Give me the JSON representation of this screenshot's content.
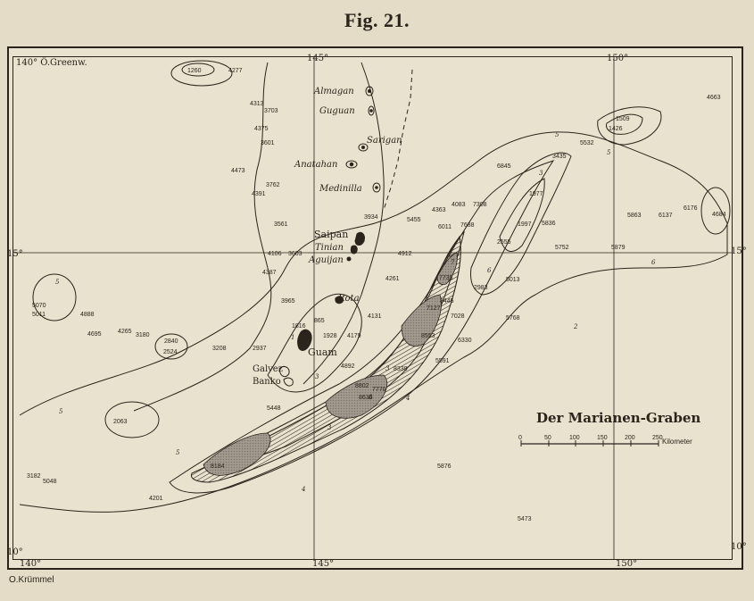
{
  "figure": {
    "title": "Fig. 21."
  },
  "map": {
    "title": "Der Marianen-Graben",
    "attribution": "O.Krümmel",
    "colors": {
      "paper": "#e4dcc7",
      "ink": "#2a241c",
      "stipple": "#9c948a"
    },
    "graticule": {
      "top_left": "140° Ö.Greenw.",
      "top_145": "145°",
      "top_150": "150°",
      "left_15": "15°",
      "right_15": "15°",
      "left_10": "10°",
      "right_10": "10°",
      "bottom_140": "140°",
      "bottom_145": "145°",
      "bottom_150": "150°"
    },
    "scale_bar": {
      "ticks": [
        "0",
        "50",
        "100",
        "150",
        "200",
        "250"
      ],
      "unit": "Kilometer"
    },
    "islands": {
      "almagan": "Almagan",
      "guguan": "Guguan",
      "sarigan": "Sarigan",
      "anatahan": "Anatahan",
      "medinilla": "Medinilla",
      "saipan": "Saipan",
      "tinian": "Tinian",
      "aguijan": "Aguijan",
      "rota": "Rota",
      "guam": "Guam",
      "galvez": "Galvez",
      "banko": "Banko"
    },
    "soundings": {
      "s1260": "1260",
      "s4277": "4277",
      "s4313": "4313",
      "s3703": "3703",
      "s4375": "4375",
      "s3601": "3601",
      "s4473": "4473",
      "s3762": "3762",
      "s4391": "4391",
      "s3561": "3561",
      "s4106": "4106",
      "s3603": "3603",
      "s4387": "4387",
      "s3965": "3965",
      "s1816": "1816",
      "s865": "865",
      "s1928": "1928",
      "s4179": "4179",
      "s4131": "4131",
      "s3208": "3208",
      "s2937": "2937",
      "s4892": "4892",
      "s5448": "5448",
      "s3934": "3934",
      "s5455": "5455",
      "s4363": "4363",
      "s4083": "4083",
      "s7308": "7308",
      "s6011": "6011",
      "s7688": "7688",
      "s4912": "4912",
      "s4261": "4261",
      "s7735": "7735",
      "s8445": "8445",
      "s7127": "7127",
      "s8553": "8553",
      "s7028": "7028",
      "s6330": "6330",
      "s5591": "5591",
      "s8338": "8338",
      "s8802": "8802",
      "s7770": "7770",
      "s8636": "8636",
      "s6845": "6845",
      "s3435": "3435",
      "s1977": "1977",
      "s1997": "1997",
      "s5836": "5836",
      "s2555": "2555",
      "s2983": "2983",
      "s5013": "5013",
      "s5768": "5768",
      "s5532": "5532",
      "s1426": "1426",
      "s1509": "1509",
      "s4663": "4663",
      "s5863": "5863",
      "s6137": "6137",
      "s6176": "6176",
      "s4684": "4684",
      "s5752": "5752",
      "s5879": "5879",
      "s5070": "5070",
      "s5011": "5011",
      "s4888": "4888",
      "s4695": "4695",
      "s4265": "4265",
      "s3180": "3180",
      "s2840": "2840",
      "s2524": "2524",
      "s2063": "2063",
      "s3182": "3182",
      "s5048": "5048",
      "s8184": "8184",
      "s4201": "4201",
      "s5876": "5876",
      "s5473": "5473"
    },
    "contour_labels": [
      "5",
      "5",
      "5",
      "5",
      "5",
      "3",
      "3",
      "3",
      "3",
      "4",
      "4",
      "6",
      "6",
      "6",
      "7",
      "8",
      "2",
      "1"
    ]
  }
}
